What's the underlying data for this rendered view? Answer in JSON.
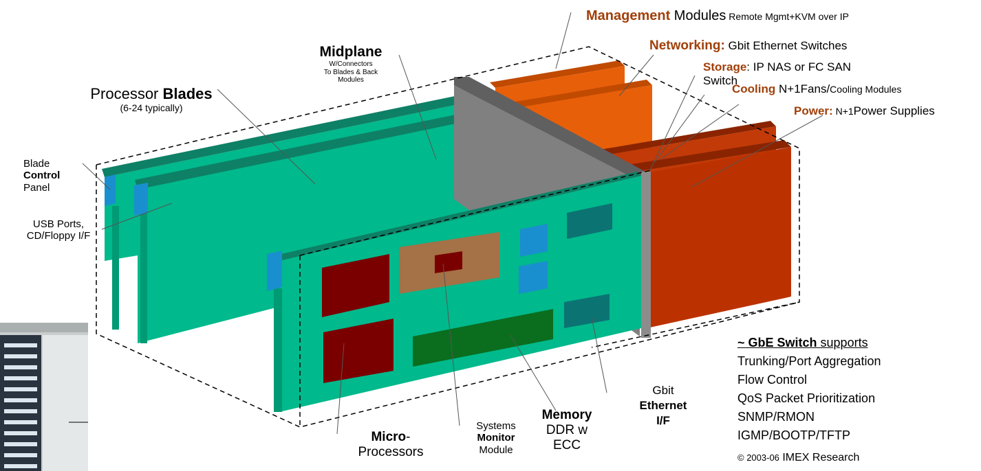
{
  "labels": {
    "management": {
      "bold": "Management",
      "rest": " Modules",
      "small": " Remote Mgmt+KVM over IP"
    },
    "networking": {
      "bold": "Networking:",
      "rest": " Gbit Ethernet Switches"
    },
    "storage": {
      "bold": "Storage",
      "rest": ": IP NAS or FC SAN",
      "line2": "Switch"
    },
    "cooling": {
      "bold": "Cooling",
      "rest": " N+1Fans/",
      "small": "Cooling Modules"
    },
    "power": {
      "bold": "Power:",
      "small": " N+1",
      "rest": "Power Supplies"
    },
    "midplane": {
      "title": "Midplane",
      "l1": "W/Connectors",
      "l2": "To Blades & Back",
      "l3": "Modules"
    },
    "processor_blades": {
      "pre": "Processor ",
      "bold": "Blades",
      "sub": "(6-24 typically)"
    },
    "blade_control": {
      "l1": "Blade",
      "bold": "Control",
      "l3": "Panel"
    },
    "usb": {
      "l1": "USB Ports,",
      "l2": "CD/Floppy I/F"
    },
    "micro": {
      "bold": "Micro",
      "dash": "-",
      "l2": "Processors"
    },
    "systems_monitor": {
      "l1": "Systems",
      "bold": "Monitor",
      "l3": "Module"
    },
    "memory": {
      "bold": "Memory",
      "l2": "DDR w",
      "l3": "ECC"
    },
    "gbit": {
      "l1": "Gbit",
      "b2": "Ethernet",
      "b3": "I/F"
    },
    "gbe_switch": {
      "title_bold": "~ GbE Switch",
      "title_rest": " supports",
      "items": [
        "Trunking/Port Aggregation",
        "Flow Control",
        "QoS Packet Prioritization",
        "SNMP/RMON",
        "IGMP/BOOTP/TFTP"
      ]
    },
    "copyright": {
      "years": "© 2003-06",
      "owner": " IMEX Research"
    }
  },
  "colors": {
    "blade": "#00b98c",
    "blade_top": "#0e8066",
    "midplane": "#808080",
    "orange": "#e85f0a",
    "rust": "#bb3200",
    "cpu": "#7a0000",
    "monitor": "#a57146",
    "memory": "#0a6e1e",
    "eth": "#0c7373",
    "port": "#1a8fcf"
  }
}
